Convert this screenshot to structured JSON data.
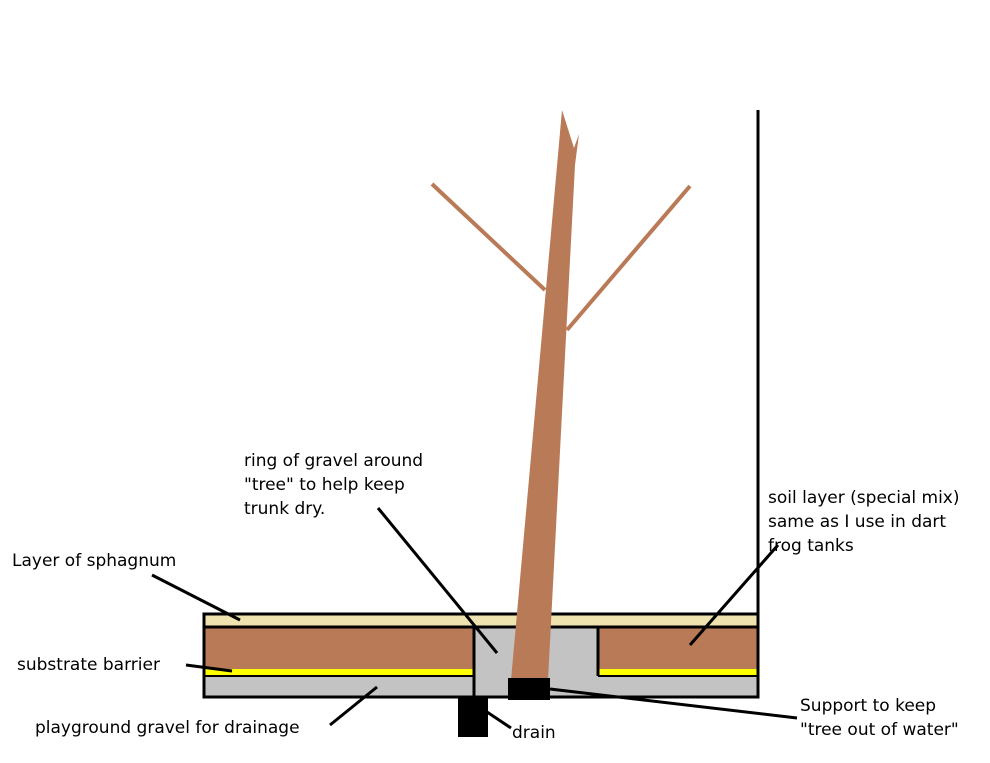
{
  "colors": {
    "background": "#ffffff",
    "outline": "#000000",
    "trunk": "#b97a57",
    "branch": "#b97a57",
    "soil": "#b97a57",
    "sphagnum": "#efe4b0",
    "gravel": "#c3c3c3",
    "barrier": "#ffff00",
    "support": "#000000",
    "drain": "#000000"
  },
  "icons": {
    "tree": "tree-trunk-with-branches",
    "tank_wall": "vertical-glass-wall"
  },
  "labels": {
    "ring_gravel": [
      "ring of gravel around",
      "\"tree\" to help keep",
      "trunk dry."
    ],
    "soil_layer": [
      "soil layer  (special mix)",
      "same as I use in dart",
      "frog tanks"
    ],
    "sphagnum": [
      "Layer of sphagnum"
    ],
    "substrate_barrier": [
      "substrate barrier"
    ],
    "playground_gravel": [
      "playground gravel  for drainage"
    ],
    "drain": [
      "drain"
    ],
    "support": [
      "Support to keep",
      "\"tree out of water\""
    ]
  }
}
